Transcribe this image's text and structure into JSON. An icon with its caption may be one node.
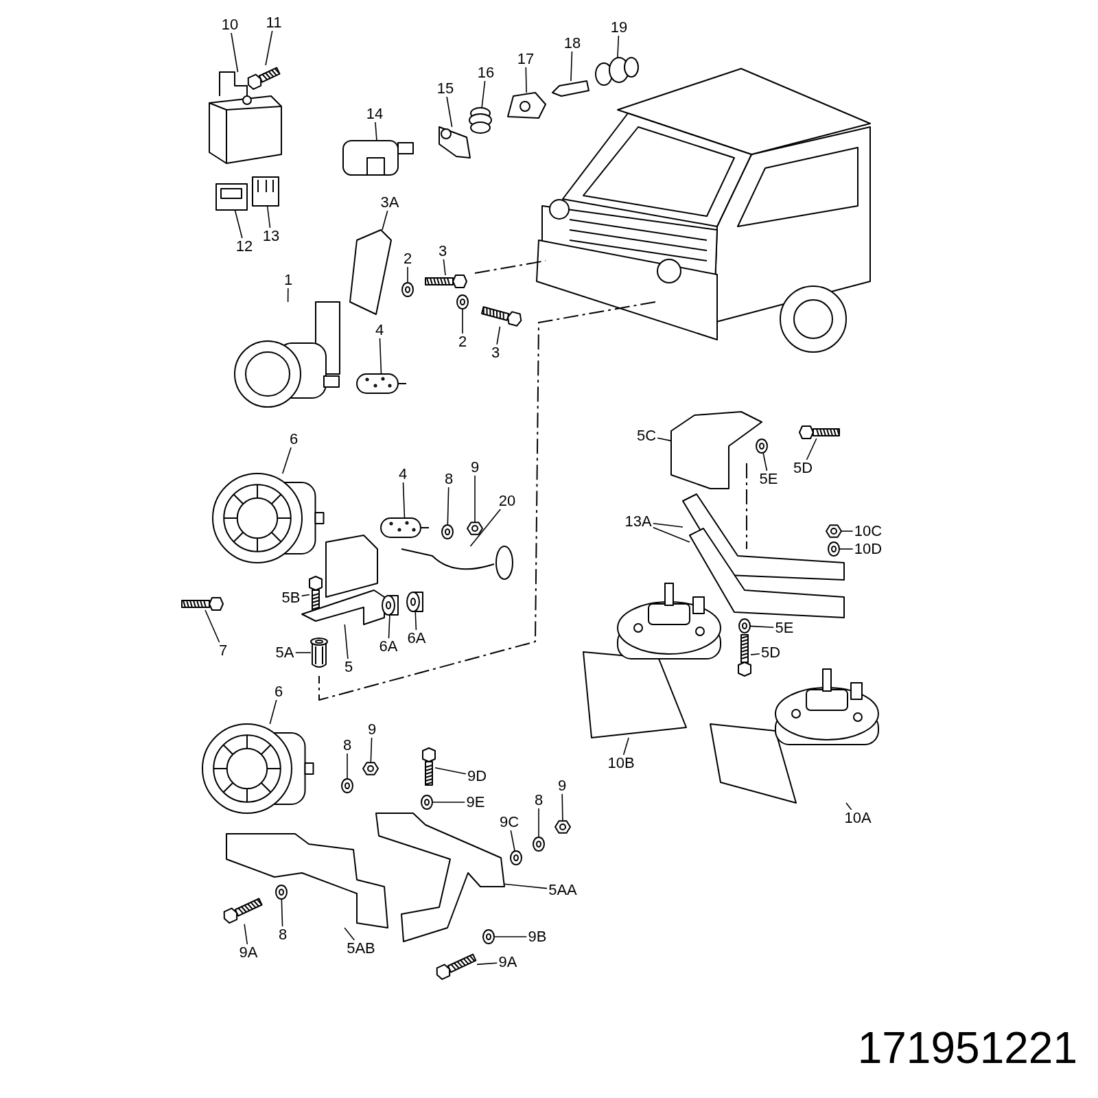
{
  "diagram": {
    "nodes": [
      {
        "text": [
          "10"
        ]
      },
      {
        "text": [
          "11"
        ]
      },
      {
        "text": [
          "19"
        ]
      },
      {
        "text": [
          "18"
        ]
      },
      {
        "text": [
          "17"
        ]
      },
      {
        "text": [
          "16"
        ]
      },
      {
        "text": [
          "15"
        ]
      },
      {
        "text": [
          "14"
        ]
      },
      {
        "text": [
          "3A"
        ]
      },
      {
        "text": [
          "12"
        ]
      },
      {
        "text": [
          "13"
        ]
      },
      {
        "text": [
          "2"
        ]
      },
      {
        "text": [
          "3"
        ]
      },
      {
        "text": [
          "1"
        ]
      },
      {
        "text": [
          "4"
        ]
      },
      {
        "text": [
          "2"
        ]
      },
      {
        "text": [
          "3"
        ]
      },
      {
        "text": [
          "5C"
        ]
      },
      {
        "text": [
          "6"
        ]
      },
      {
        "text": [
          "5D"
        ]
      },
      {
        "text": [
          "5E"
        ]
      },
      {
        "text": [
          "9"
        ]
      },
      {
        "text": [
          "4"
        ]
      },
      {
        "text": [
          "8"
        ]
      },
      {
        "text": [
          "20"
        ]
      },
      {
        "text": [
          "13A"
        ]
      },
      {
        "text": [
          "10C"
        ]
      },
      {
        "text": [
          "10D"
        ]
      },
      {
        "text": [
          "5B"
        ]
      },
      {
        "text": [
          "7"
        ]
      },
      {
        "text": [
          "5A"
        ]
      },
      {
        "text": [
          "5"
        ]
      },
      {
        "text": [
          "6A"
        ]
      },
      {
        "text": [
          "6A"
        ]
      },
      {
        "text": [
          "5E"
        ]
      },
      {
        "text": [
          "5D"
        ]
      },
      {
        "text": [
          "6"
        ]
      },
      {
        "text": [
          "9"
        ]
      },
      {
        "text": [
          "8"
        ]
      },
      {
        "text": [
          "10B"
        ]
      },
      {
        "text": [
          "9D"
        ]
      },
      {
        "text": [
          "9"
        ]
      },
      {
        "text": [
          "10A"
        ]
      },
      {
        "text": [
          "9E"
        ]
      },
      {
        "text": [
          "9C"
        ]
      },
      {
        "text": [
          "8"
        ]
      },
      {
        "text": [
          "5AA"
        ]
      },
      {
        "text": [
          "9A"
        ]
      },
      {
        "text": [
          "8"
        ]
      },
      {
        "text": [
          "5AB"
        ]
      },
      {
        "text": [
          "9B"
        ]
      },
      {
        "text": [
          "9A"
        ]
      },
      {
        "text": [],
        "shape": "picture"
      },
      {
        "text": [],
        "shape": "picture"
      },
      {
        "text": [],
        "shape": "picture"
      },
      {
        "text": [],
        "shape": "picture"
      },
      {
        "text": [],
        "shape": "picture"
      },
      {
        "text": [],
        "shape": "picture"
      },
      {
        "text": [],
        "shape": "picture"
      },
      {
        "text": [],
        "shape": "picture"
      },
      {
        "text": [],
        "shape": "picture"
      },
      {
        "text": [],
        "shape": "picture"
      },
      {
        "text": [],
        "shape": "picture"
      },
      {
        "text": [],
        "shape": "picture"
      },
      {
        "text": [],
        "shape": "picture"
      },
      {
        "text": [],
        "shape": "picture"
      },
      {
        "text": [],
        "shape": "picture"
      },
      {
        "text": [],
        "shape": "picture"
      },
      {
        "text": [],
        "shape": "picture"
      },
      {
        "text": [],
        "shape": "picture"
      },
      {
        "text": [],
        "shape": "picture"
      },
      {
        "text": [],
        "shape": "picture"
      },
      {
        "text": [],
        "shape": "picture"
      },
      {
        "text": [],
        "shape": "picture"
      },
      {
        "text": [],
        "shape": "picture"
      },
      {
        "text": [],
        "shape": "picture"
      },
      {
        "text": [],
        "shape": "picture"
      },
      {
        "text": [],
        "shape": "picture"
      },
      {
        "text": [],
        "shape": "picture"
      },
      {
        "text": [],
        "shape": "picture"
      },
      {
        "text": [],
        "shape": "picture"
      },
      {
        "text": [],
        "shape": "picture"
      },
      {
        "text": [],
        "shape": "picture"
      },
      {
        "text": [],
        "shape": "picture"
      },
      {
        "text": [],
        "shape": "picture"
      },
      {
        "text": [],
        "shape": "picture"
      },
      {
        "text": [],
        "shape": "picture"
      },
      {
        "text": [],
        "shape": "picture"
      },
      {
        "text": [],
        "shape": "picture"
      },
      {
        "text": [],
        "shape": "picture"
      },
      {
        "text": [],
        "shape": "picture"
      },
      {
        "text": [],
        "shape": "picture"
      },
      {
        "text": [],
        "shape": "picture"
      },
      {
        "text": [],
        "shape": "picture"
      },
      {
        "text": [],
        "shape": "picture"
      },
      {
        "text": [],
        "shape": "picture"
      },
      {
        "text": [],
        "shape": "picture"
      },
      {
        "text": [],
        "shape": "picture"
      },
      {
        "text": [],
        "shape": "picture"
      },
      {
        "text": [],
        "shape": "picture"
      },
      {
        "text": [],
        "shape": "picture"
      },
      {
        "text": [],
        "shape": "picture"
      },
      {
        "text": [],
        "shape": "picture"
      },
      {
        "text": [],
        "shape": "picture"
      },
      {
        "text": [],
        "shape": "picture"
      }
    ],
    "edges": [
      {
        "from": 0,
        "to": 52,
        "arrow": "none"
      },
      {
        "from": 1,
        "to": 53,
        "arrow": "none"
      },
      {
        "from": 2,
        "to": 54,
        "arrow": "none"
      },
      {
        "from": 3,
        "to": 55,
        "arrow": "none"
      },
      {
        "from": 4,
        "to": 56,
        "arrow": "none"
      },
      {
        "from": 5,
        "to": 57,
        "arrow": "none"
      },
      {
        "from": 6,
        "to": 58,
        "arrow": "none"
      },
      {
        "from": 7,
        "to": 59,
        "arrow": "none"
      },
      {
        "from": 8,
        "to": 60,
        "arrow": "none"
      },
      {
        "from": 9,
        "to": 61,
        "arrow": "none"
      },
      {
        "from": 10,
        "to": 62,
        "arrow": "none"
      },
      {
        "from": 11,
        "to": 63,
        "arrow": "none"
      },
      {
        "from": 12,
        "to": 64,
        "arrow": "none"
      },
      {
        "from": 13,
        "to": 65,
        "arrow": "none"
      },
      {
        "from": 14,
        "to": 66,
        "arrow": "none"
      },
      {
        "from": 15,
        "to": 67,
        "arrow": "none"
      },
      {
        "from": 16,
        "to": 68,
        "arrow": "none"
      },
      {
        "from": 17,
        "to": 69,
        "arrow": "none"
      },
      {
        "from": 18,
        "to": 70,
        "arrow": "none"
      },
      {
        "from": 19,
        "to": 71,
        "arrow": "none"
      },
      {
        "from": 20,
        "to": 72,
        "arrow": "none"
      },
      {
        "from": 21,
        "to": 73,
        "arrow": "none"
      },
      {
        "from": 22,
        "to": 74,
        "arrow": "none"
      },
      {
        "from": 23,
        "to": 75,
        "arrow": "none"
      },
      {
        "from": 24,
        "to": 76,
        "arrow": "none"
      },
      {
        "from": 25,
        "to": 77,
        "arrow": "none"
      },
      {
        "from": 25,
        "to": 78,
        "arrow": "none"
      },
      {
        "from": 26,
        "to": 79,
        "arrow": "none"
      },
      {
        "from": 27,
        "to": 80,
        "arrow": "none"
      },
      {
        "from": 28,
        "to": 81,
        "arrow": "none"
      },
      {
        "from": 29,
        "to": 82,
        "arrow": "none"
      },
      {
        "from": 30,
        "to": 83,
        "arrow": "none"
      },
      {
        "from": 31,
        "to": 84,
        "arrow": "none"
      },
      {
        "from": 32,
        "to": 85,
        "arrow": "none"
      },
      {
        "from": 33,
        "to": 86,
        "arrow": "none"
      },
      {
        "from": 34,
        "to": 87,
        "arrow": "none"
      },
      {
        "from": 35,
        "to": 88,
        "arrow": "none"
      },
      {
        "from": 36,
        "to": 89,
        "arrow": "none"
      },
      {
        "from": 37,
        "to": 90,
        "arrow": "none"
      },
      {
        "from": 38,
        "to": 91,
        "arrow": "none"
      },
      {
        "from": 39,
        "to": 92,
        "arrow": "none"
      },
      {
        "from": 40,
        "to": 93,
        "arrow": "none"
      },
      {
        "from": 41,
        "to": 94,
        "arrow": "none"
      },
      {
        "from": 42,
        "to": 95,
        "arrow": "none"
      },
      {
        "from": 43,
        "to": 96,
        "arrow": "none"
      },
      {
        "from": 44,
        "to": 97,
        "arrow": "none"
      },
      {
        "from": 45,
        "to": 98,
        "arrow": "none"
      },
      {
        "from": 46,
        "to": 99,
        "arrow": "none"
      },
      {
        "from": 47,
        "to": 100,
        "arrow": "none"
      },
      {
        "from": 48,
        "to": 101,
        "arrow": "none"
      },
      {
        "from": 49,
        "to": 102,
        "arrow": "none"
      },
      {
        "from": 50,
        "to": 103,
        "arrow": "none"
      },
      {
        "from": 51,
        "to": 104,
        "arrow": "none"
      }
    ],
    "labels": [
      "171951221"
    ]
  }
}
